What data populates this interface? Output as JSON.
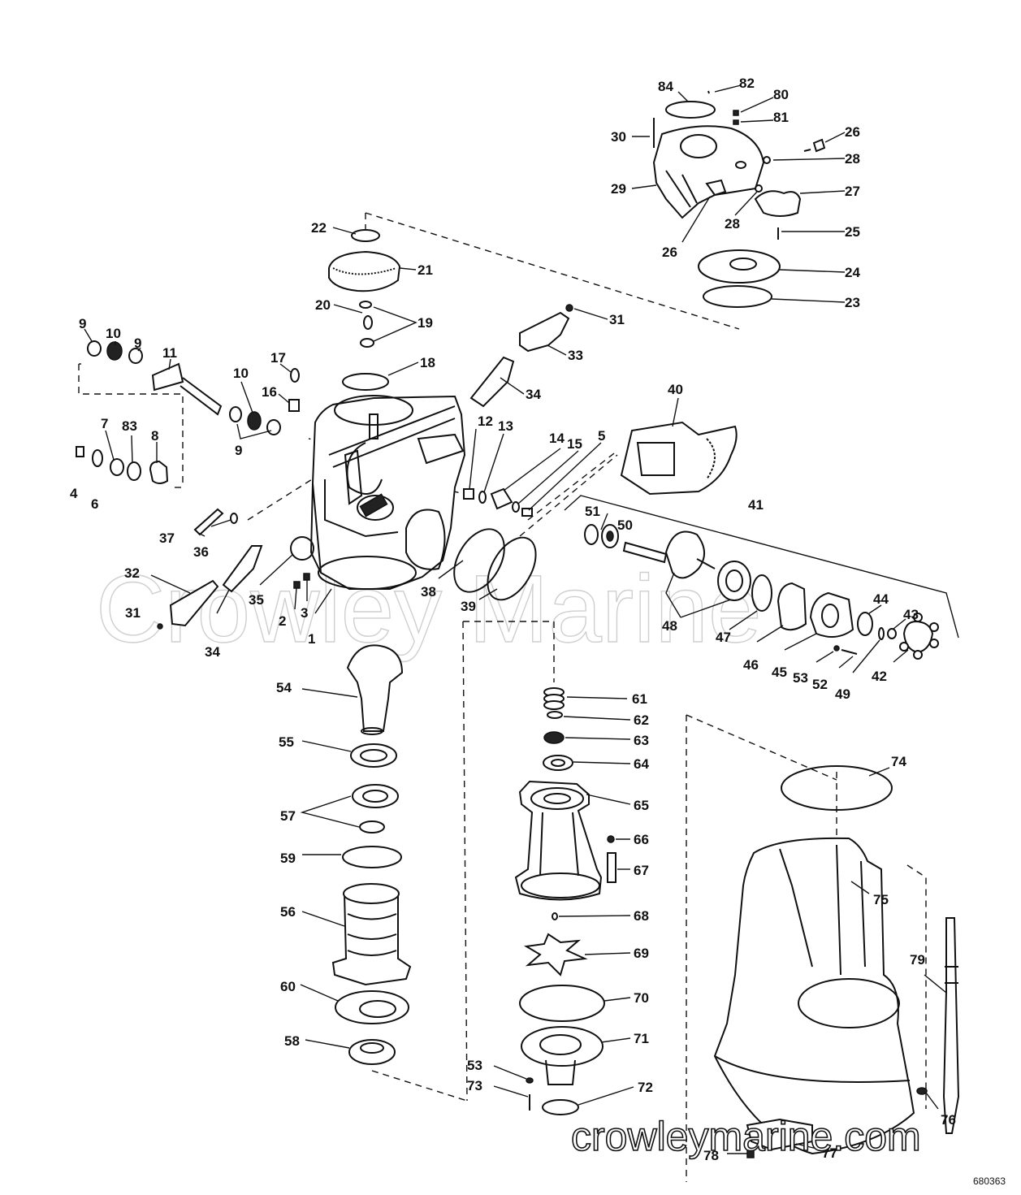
{
  "watermark": "Crowley Marine",
  "website": "crowleymarine.com",
  "drawing_code": "680363",
  "labels": [
    {
      "id": "l1",
      "text": "1"
    },
    {
      "id": "l2",
      "text": "2"
    },
    {
      "id": "l3",
      "text": "3"
    },
    {
      "id": "l4",
      "text": "4"
    },
    {
      "id": "l5",
      "text": "5"
    },
    {
      "id": "l6",
      "text": "6"
    },
    {
      "id": "l7",
      "text": "7"
    },
    {
      "id": "l8",
      "text": "8"
    },
    {
      "id": "l9a",
      "text": "9"
    },
    {
      "id": "l9b",
      "text": "9"
    },
    {
      "id": "l9c",
      "text": "9"
    },
    {
      "id": "l10a",
      "text": "10"
    },
    {
      "id": "l10b",
      "text": "10"
    },
    {
      "id": "l11",
      "text": "11"
    },
    {
      "id": "l12",
      "text": "12"
    },
    {
      "id": "l13",
      "text": "13"
    },
    {
      "id": "l14",
      "text": "14"
    },
    {
      "id": "l15",
      "text": "15"
    },
    {
      "id": "l16",
      "text": "16"
    },
    {
      "id": "l17",
      "text": "17"
    },
    {
      "id": "l18",
      "text": "18"
    },
    {
      "id": "l19",
      "text": "19"
    },
    {
      "id": "l20",
      "text": "20"
    },
    {
      "id": "l21",
      "text": "21"
    },
    {
      "id": "l22",
      "text": "22"
    },
    {
      "id": "l23",
      "text": "23"
    },
    {
      "id": "l24",
      "text": "24"
    },
    {
      "id": "l25",
      "text": "25"
    },
    {
      "id": "l26a",
      "text": "26"
    },
    {
      "id": "l26b",
      "text": "26"
    },
    {
      "id": "l27",
      "text": "27"
    },
    {
      "id": "l28a",
      "text": "28"
    },
    {
      "id": "l28b",
      "text": "28"
    },
    {
      "id": "l29",
      "text": "29"
    },
    {
      "id": "l30",
      "text": "30"
    },
    {
      "id": "l31a",
      "text": "31"
    },
    {
      "id": "l31b",
      "text": "31"
    },
    {
      "id": "l32",
      "text": "32"
    },
    {
      "id": "l33",
      "text": "33"
    },
    {
      "id": "l34a",
      "text": "34"
    },
    {
      "id": "l34b",
      "text": "34"
    },
    {
      "id": "l35",
      "text": "35"
    },
    {
      "id": "l36",
      "text": "36"
    },
    {
      "id": "l37",
      "text": "37"
    },
    {
      "id": "l38",
      "text": "38"
    },
    {
      "id": "l39",
      "text": "39"
    },
    {
      "id": "l40",
      "text": "40"
    },
    {
      "id": "l41",
      "text": "41"
    },
    {
      "id": "l42",
      "text": "42"
    },
    {
      "id": "l43",
      "text": "43"
    },
    {
      "id": "l44",
      "text": "44"
    },
    {
      "id": "l45",
      "text": "45"
    },
    {
      "id": "l46",
      "text": "46"
    },
    {
      "id": "l47",
      "text": "47"
    },
    {
      "id": "l48",
      "text": "48"
    },
    {
      "id": "l49",
      "text": "49"
    },
    {
      "id": "l50",
      "text": "50"
    },
    {
      "id": "l51",
      "text": "51"
    },
    {
      "id": "l52",
      "text": "52"
    },
    {
      "id": "l53a",
      "text": "53"
    },
    {
      "id": "l53b",
      "text": "53"
    },
    {
      "id": "l54",
      "text": "54"
    },
    {
      "id": "l55",
      "text": "55"
    },
    {
      "id": "l56",
      "text": "56"
    },
    {
      "id": "l57",
      "text": "57"
    },
    {
      "id": "l58",
      "text": "58"
    },
    {
      "id": "l59",
      "text": "59"
    },
    {
      "id": "l60",
      "text": "60"
    },
    {
      "id": "l61",
      "text": "61"
    },
    {
      "id": "l62",
      "text": "62"
    },
    {
      "id": "l63",
      "text": "63"
    },
    {
      "id": "l64",
      "text": "64"
    },
    {
      "id": "l65",
      "text": "65"
    },
    {
      "id": "l66",
      "text": "66"
    },
    {
      "id": "l67",
      "text": "67"
    },
    {
      "id": "l68",
      "text": "68"
    },
    {
      "id": "l69",
      "text": "69"
    },
    {
      "id": "l70",
      "text": "70"
    },
    {
      "id": "l71",
      "text": "71"
    },
    {
      "id": "l72",
      "text": "72"
    },
    {
      "id": "l73",
      "text": "73"
    },
    {
      "id": "l74",
      "text": "74"
    },
    {
      "id": "l75",
      "text": "75"
    },
    {
      "id": "l76",
      "text": "76"
    },
    {
      "id": "l77",
      "text": "77"
    },
    {
      "id": "l78",
      "text": "78"
    },
    {
      "id": "l79",
      "text": "79"
    },
    {
      "id": "l80",
      "text": "80"
    },
    {
      "id": "l81",
      "text": "81"
    },
    {
      "id": "l82",
      "text": "82"
    },
    {
      "id": "l83",
      "text": "83"
    },
    {
      "id": "l84",
      "text": "84"
    }
  ]
}
